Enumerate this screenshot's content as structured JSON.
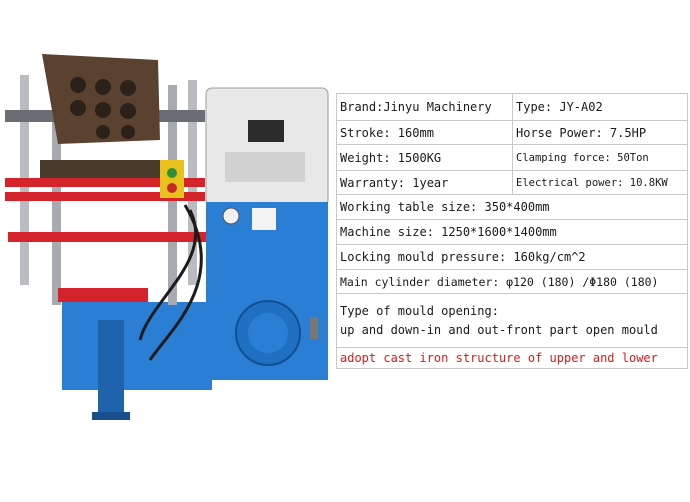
{
  "specs": {
    "brand": "Brand:Jinyu Machinery",
    "type": "Type: JY-A02",
    "stroke": "Stroke: 160mm",
    "horse_power": "Horse Power: 7.5HP",
    "weight": "Weight: 1500KG",
    "clamping_force": "Clamping force: 50Ton",
    "warranty": "Warranty: 1year",
    "electrical_power": "Electrical power: 10.8KW",
    "table_size": "Working table size: 350*400mm",
    "machine_size": "Machine size: 1250*1600*1400mm",
    "locking_pressure": "Locking mould pressure: 160kg/cm^2",
    "cylinder_diameter": "Main cylinder diameter: φ120 (180) /Φ180 (180)",
    "mould_opening_label": "Type of mould opening:",
    "mould_opening_value": "up and down-in and out-front part open mould",
    "structure_note": "adopt cast iron structure of upper and lower"
  },
  "colors": {
    "frame_blue": "#2a7fd4",
    "plate_red": "#d4232a",
    "mould_brown": "#5b4130",
    "note_red": "#e01818"
  }
}
